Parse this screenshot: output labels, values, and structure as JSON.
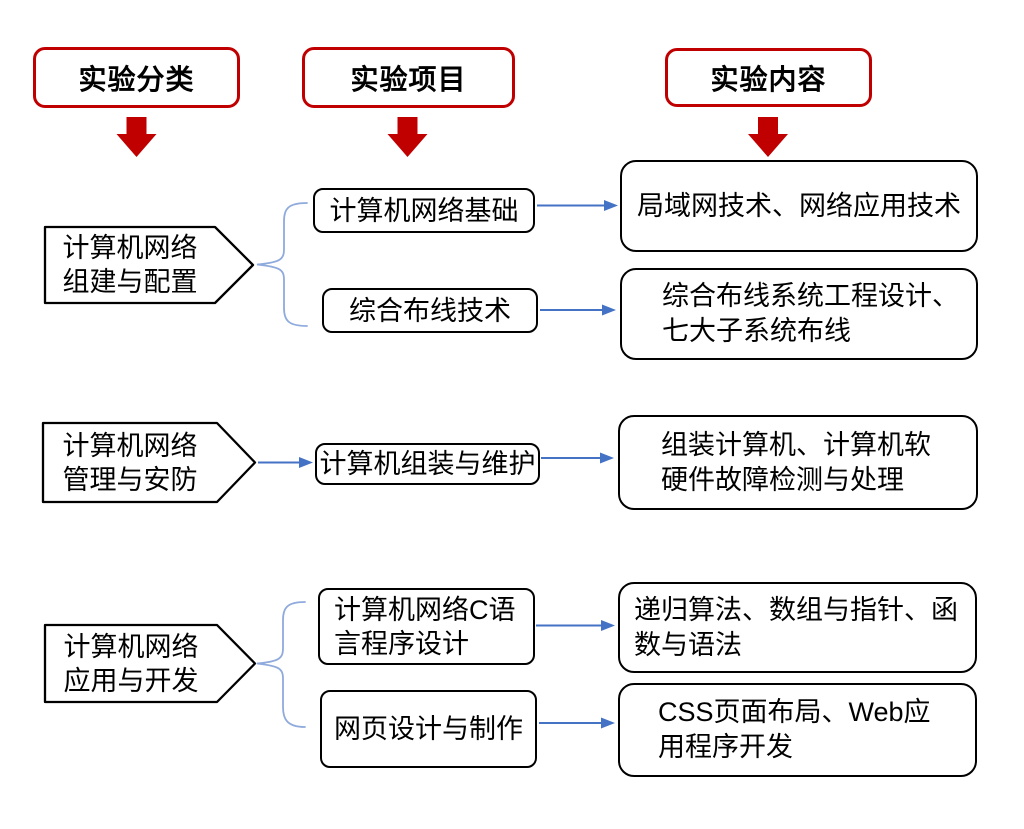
{
  "colors": {
    "accent_red": "#C00000",
    "connector_blue": "#4472C4",
    "brace_blue": "#8FAADC",
    "box_border": "#000000",
    "canvas_bg": "#FFFFFF",
    "text_color": "#000000"
  },
  "headers": [
    {
      "label": "实验分类"
    },
    {
      "label": "实验项目"
    },
    {
      "label": "实验内容"
    }
  ],
  "rows": [
    {
      "category": "计算机网络\n组建与配置",
      "projects": [
        {
          "label": "计算机网络基础",
          "content": "局域网技术、网络应用技术"
        },
        {
          "label": "综合布线技术",
          "content": "综合布线系统工程设计、\n七大子系统布线"
        }
      ]
    },
    {
      "category": "计算机网络\n管理与安防",
      "projects": [
        {
          "label": "计算机组装与维护",
          "content": "组装计算机、计算机软\n硬件故障检测与处理"
        }
      ]
    },
    {
      "category": "计算机网络\n应用与开发",
      "projects": [
        {
          "label": "计算机网络C语\n言程序设计",
          "content": "递归算法、数组与指针、函\n数与语法"
        },
        {
          "label": "网页设计与制作",
          "content": "CSS页面布局、Web应\n用程序开发"
        }
      ]
    }
  ]
}
